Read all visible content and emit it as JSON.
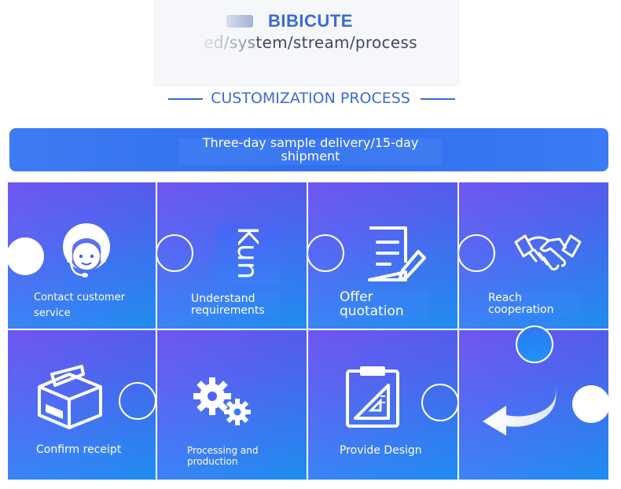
{
  "brand": {
    "name": "BIBICUTE",
    "subtitle": "ed/system/stream/process"
  },
  "section_title": "CUSTOMIZATION PROCESS",
  "banner": {
    "text": "Three-day sample delivery/15-day shipment"
  },
  "watermark": "Kun",
  "steps": [
    {
      "label": "Contact customer service",
      "icon": "customer-service-headset-icon"
    },
    {
      "label": "Understand requirements",
      "icon": "kun-watermark"
    },
    {
      "label": "Offer quotation",
      "icon": "document-pen-icon"
    },
    {
      "label": "Reach cooperation",
      "icon": "handshake-icon"
    },
    {
      "label": "Confirm receipt",
      "icon": "package-box-icon"
    },
    {
      "label": "Processing and production",
      "icon": "gears-icon"
    },
    {
      "label": "Provide Design",
      "icon": "clipboard-ruler-icon"
    },
    {
      "label": "",
      "icon": "return-arrow-icon"
    }
  ],
  "colors": {
    "accent": "#3a6ad8",
    "tile_top": "#6a4ff0",
    "tile_bottom": "#1e92f7",
    "banner": "#2f6ff0"
  }
}
